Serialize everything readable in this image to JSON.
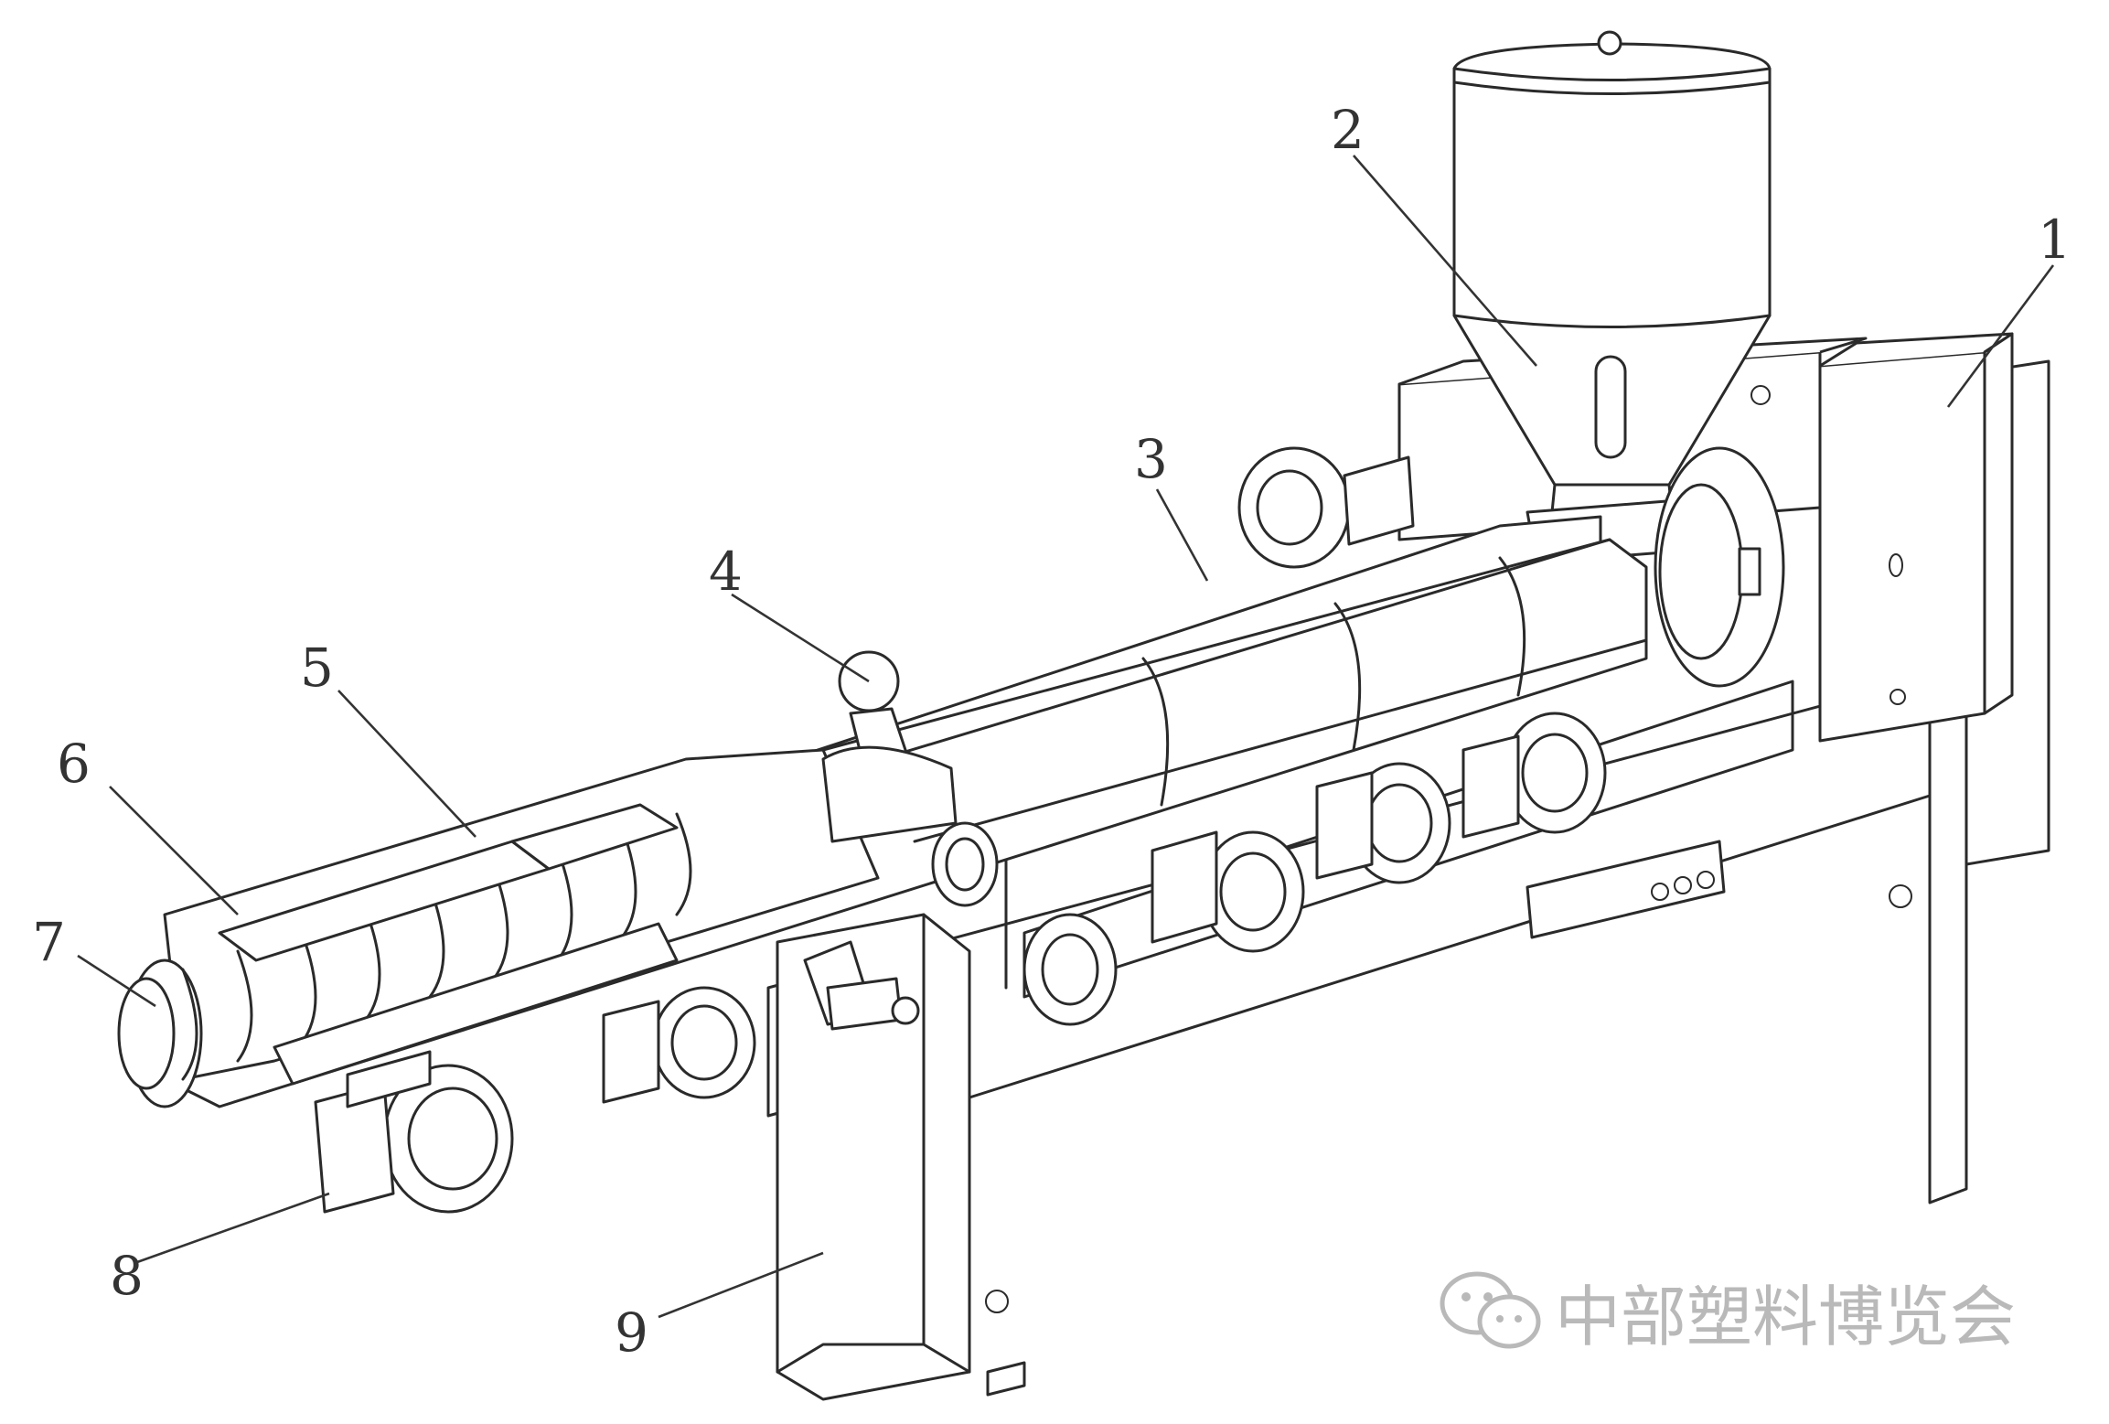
{
  "callouts": [
    {
      "id": "1",
      "label": "1"
    },
    {
      "id": "2",
      "label": "2"
    },
    {
      "id": "3",
      "label": "3"
    },
    {
      "id": "4",
      "label": "4"
    },
    {
      "id": "5",
      "label": "5"
    },
    {
      "id": "6",
      "label": "6"
    },
    {
      "id": "7",
      "label": "7"
    },
    {
      "id": "8",
      "label": "8"
    },
    {
      "id": "9",
      "label": "9"
    }
  ],
  "watermark": {
    "text": "中部塑料博览会",
    "icon": "wechat-icon",
    "color": "#b9b9b9"
  },
  "colors": {
    "line": "#2a2a2a",
    "background": "#ffffff"
  }
}
